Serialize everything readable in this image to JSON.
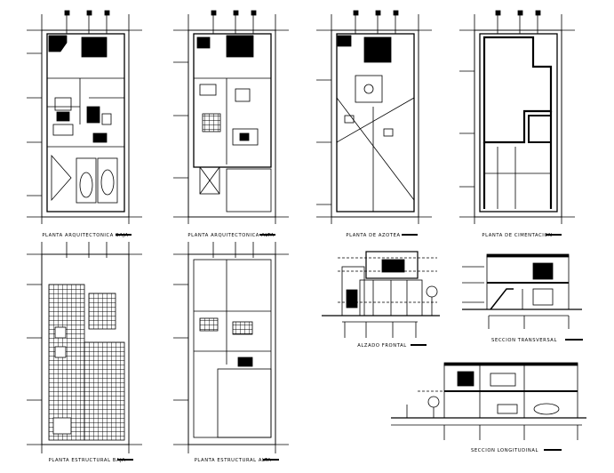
{
  "sheet": {
    "titles": {
      "planta_baja": "PLANTA ARQUITECTONICA BAJA",
      "planta_alta": "PLANTA ARQUITECTONICA ALTA",
      "azotea": "PLANTA DE AZOTEA",
      "cimentacion": "PLANTA DE CIMENTACION",
      "estructural_baja": "PLANTA ESTRUCTURAL BAJA",
      "estructural_alta": "PLANTA ESTRUCTURAL ALTA",
      "alzado": "ALZADO FRONTAL",
      "seccion_transversal": "SECCION TRANSVERSAL",
      "seccion_longitudinal": "SECCION LONGITUDINAL"
    }
  }
}
